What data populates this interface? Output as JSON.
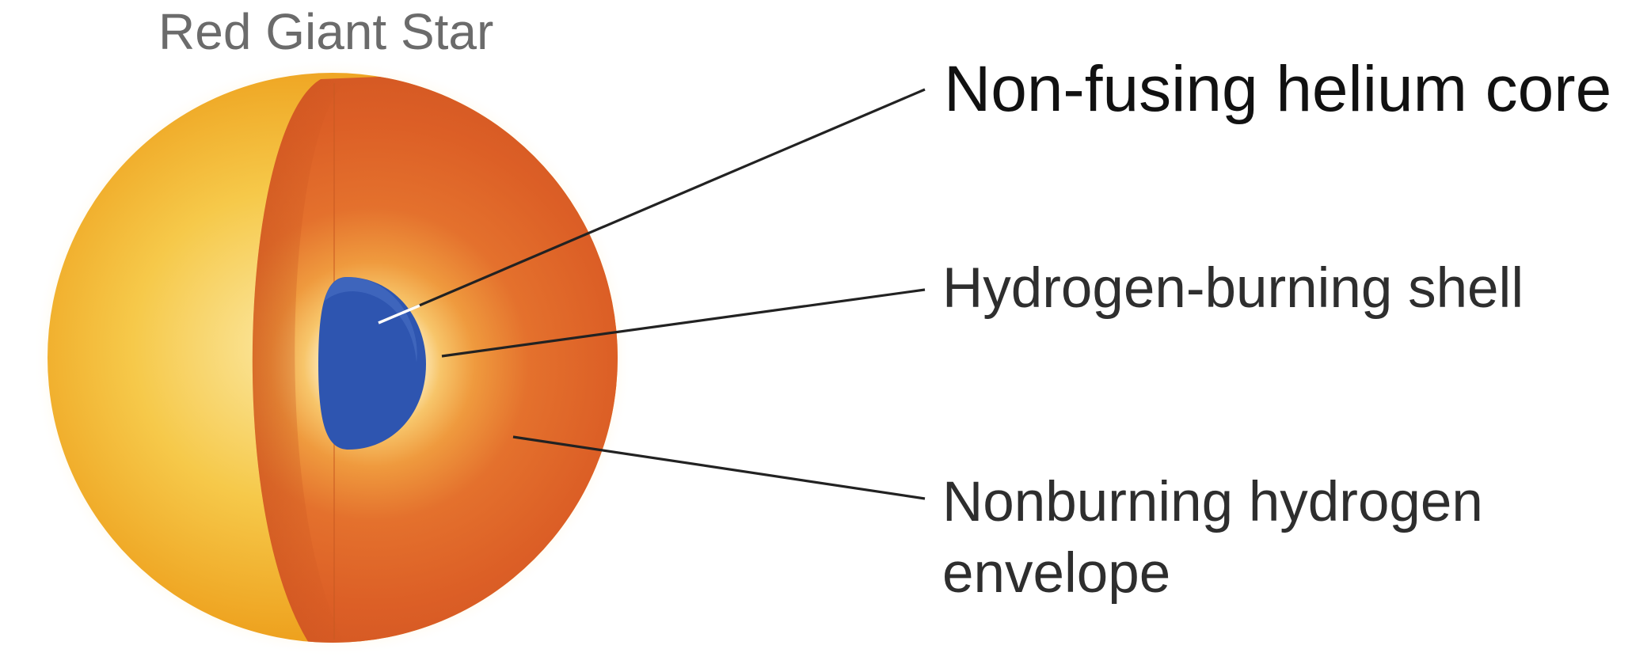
{
  "diagram": {
    "title": "Red Giant Star",
    "labels": {
      "core": "Non-fusing helium core",
      "shell": "Hydrogen-burning shell",
      "envelope": "Nonburning hydrogen envelope"
    },
    "colors": {
      "surface": "#f2b427",
      "envelope": "#e2652a",
      "shell": "#fffbe8",
      "core": "#2e55b0",
      "leader_line": "#222222"
    }
  }
}
